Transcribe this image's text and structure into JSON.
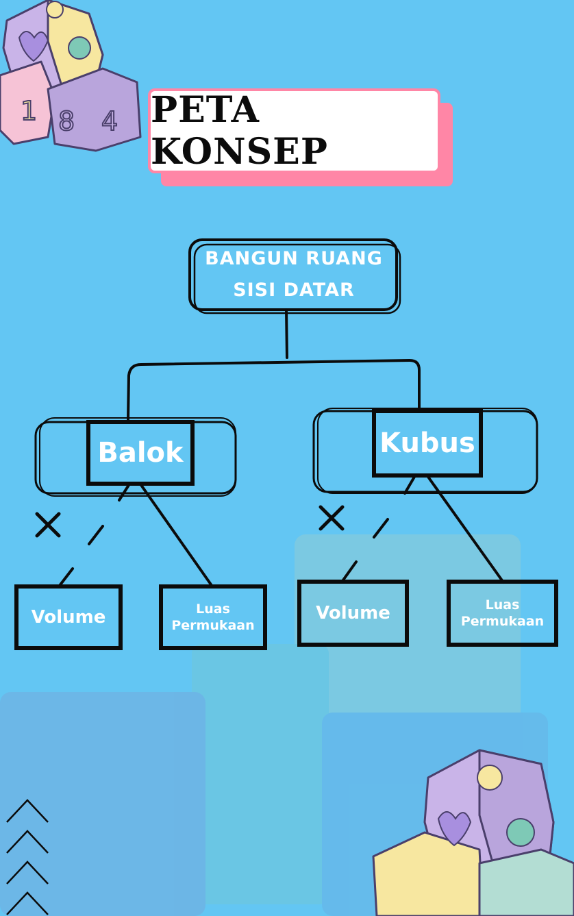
{
  "title": "PETA KONSEP",
  "root": {
    "label": "BANGUN RUANG\nSISI DATAR"
  },
  "children": [
    {
      "label": "Balok",
      "items": [
        {
          "label": "Volume"
        },
        {
          "label": "Luas\nPermukaan"
        }
      ]
    },
    {
      "label": "Kubus",
      "items": [
        {
          "label": "Volume"
        },
        {
          "label": "Luas\nPermukaan"
        }
      ]
    }
  ],
  "colors": {
    "background": "#63c6f3",
    "title_accent": "#ff86a6",
    "outline": "#0b0b0b",
    "node_text": "#ffffff"
  }
}
